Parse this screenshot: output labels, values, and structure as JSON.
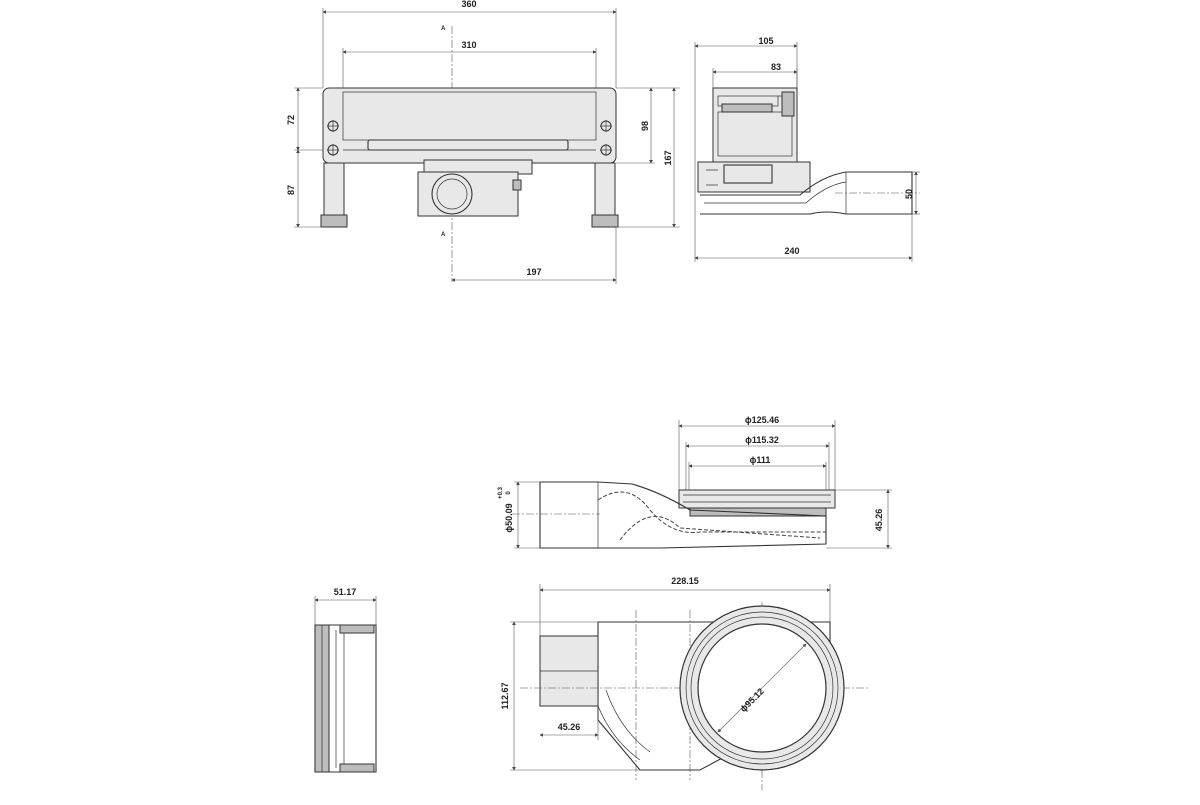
{
  "drawing": {
    "front_view": {
      "overall_width": "360",
      "inner_width": "310",
      "upper_height": "72",
      "lower_height": "87",
      "right_height": "98",
      "total_height": "167",
      "outlet_offset": "197"
    },
    "side_view": {
      "top_width": "105",
      "inner_width": "83",
      "outlet_diameter": "50",
      "overall_length": "240"
    },
    "trap_side_view": {
      "outer_diameter": "ϕ125.46",
      "middle_diameter": "ϕ115.32",
      "inner_diameter": "ϕ111",
      "height": "45.26",
      "outlet_diameter": "ϕ50.09",
      "tol_upper": "+0.3",
      "tol_lower": "0"
    },
    "trap_top_view": {
      "overall_length": "228.15",
      "overall_width": "112.67",
      "spigot_length": "45.26",
      "bowl_diameter": "ϕ95.12"
    },
    "trap_end_view": {
      "width": "51.17"
    },
    "colors": {
      "line": "#333333",
      "dimension": "#555555",
      "body_fill": "#e8e8e8",
      "dark_fill": "#bdbdbd"
    }
  }
}
